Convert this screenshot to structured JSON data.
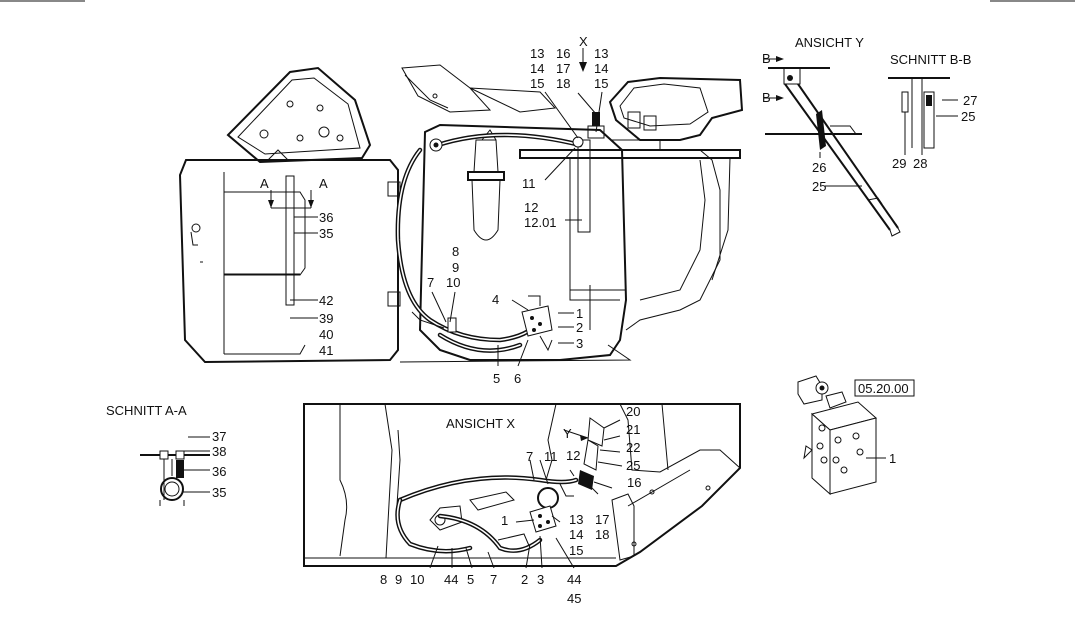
{
  "headings": {
    "ansicht_y": "ANSICHT  Y",
    "schnitt_bb": "SCHNITT    B-B",
    "schnitt_aa": "SCHNITT    A-A",
    "ansicht_x": "ANSICHT  X"
  },
  "reference_box": "05.20.00",
  "main_view_labels": {
    "view_x_marker": "X",
    "col1": [
      "13",
      "14",
      "15"
    ],
    "col2": [
      "16",
      "17",
      "18"
    ],
    "col3": [
      "13",
      "14",
      "15"
    ],
    "n11": "11",
    "n12": "12",
    "n12_01": "12.01",
    "section_a_left": "A",
    "section_a_right": "A",
    "n36": "36",
    "n35": "35",
    "n42": "42",
    "n39": "39",
    "n40": "40",
    "n41": "41",
    "n7": "7",
    "n8": "8",
    "n9": "9",
    "n10": "10",
    "n4": "4",
    "n1": "1",
    "n2": "2",
    "n3": "3",
    "n5": "5",
    "n6": "6"
  },
  "view_y_labels": {
    "b_top": "B",
    "b_bottom": "B",
    "n26": "26",
    "n25": "25"
  },
  "section_bb_labels": {
    "n27": "27",
    "n25": "25",
    "n29": "29",
    "n28": "28"
  },
  "section_aa_labels": {
    "n37": "37",
    "n38": "38",
    "n36": "36",
    "n35": "35"
  },
  "view_x_labels": {
    "y_marker": "Y",
    "n20": "20",
    "n21": "21",
    "n22": "22",
    "n25": "25",
    "n7": "7",
    "n11": "11",
    "n12": "12",
    "n16": "16",
    "n1": "1",
    "n13": "13",
    "n14": "14",
    "n15": "15",
    "n17": "17",
    "n18": "18",
    "bottom_row": [
      "8",
      "9",
      "10",
      "44",
      "5",
      "7",
      "2",
      "3",
      "44"
    ],
    "n45": "45"
  },
  "valve_detail_labels": {
    "n1": "1"
  }
}
